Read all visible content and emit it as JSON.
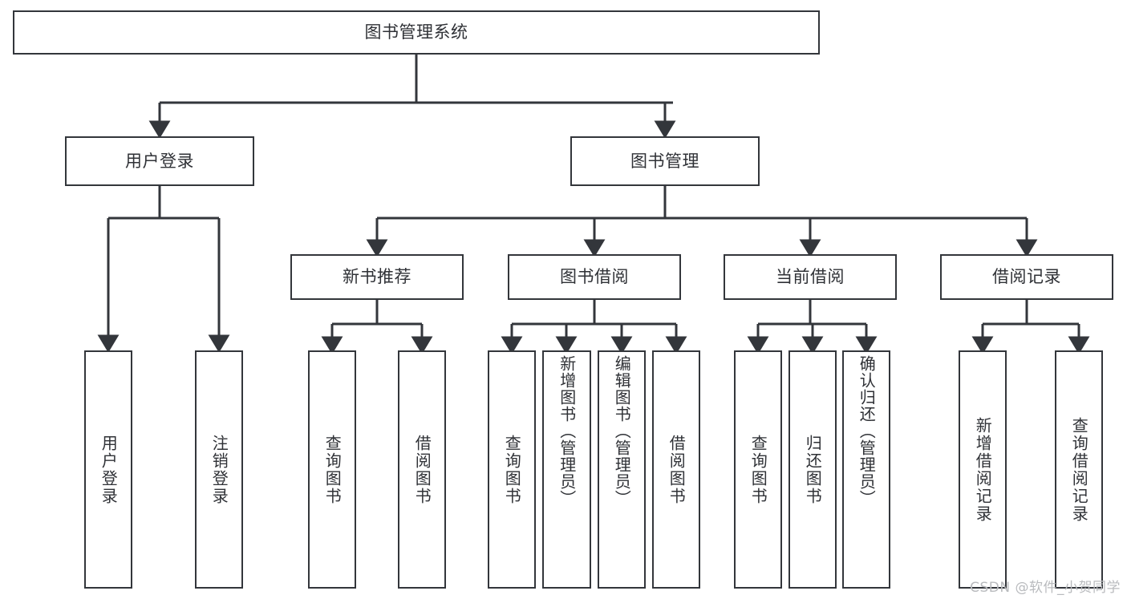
{
  "diagram": {
    "type": "tree",
    "title": "图书管理系统",
    "watermark": "CSDN @软件_小贺同学",
    "colors": {
      "stroke": "#33363b",
      "text": "#2f3136",
      "background": "#ffffff",
      "watermark": "#b9bbbe"
    },
    "nodes": {
      "root": {
        "label": "图书管理系统"
      },
      "level2": [
        {
          "id": "user-login",
          "label": "用户登录"
        },
        {
          "id": "book-management",
          "label": "图书管理"
        }
      ],
      "level3": [
        {
          "id": "new-book-recommend",
          "label": "新书推荐"
        },
        {
          "id": "book-borrow",
          "label": "图书借阅"
        },
        {
          "id": "current-borrow",
          "label": "当前借阅"
        },
        {
          "id": "borrow-record",
          "label": "借阅记录"
        }
      ],
      "leaves": {
        "user_login": [
          {
            "id": "leaf-user-login",
            "label": "用户登录"
          },
          {
            "id": "leaf-logout-login",
            "label": "注销登录"
          }
        ],
        "new_book_recommend": [
          {
            "id": "leaf-query-book-1",
            "label": "查询图书"
          },
          {
            "id": "leaf-borrow-book-1",
            "label": "借阅图书"
          }
        ],
        "book_borrow": [
          {
            "id": "leaf-query-book-2",
            "label": "查询图书"
          },
          {
            "id": "leaf-add-book",
            "label": "新增图书（管理员）"
          },
          {
            "id": "leaf-edit-book",
            "label": "编辑图书（管理员）"
          },
          {
            "id": "leaf-borrow-book-2",
            "label": "借阅图书"
          }
        ],
        "current_borrow": [
          {
            "id": "leaf-query-book-3",
            "label": "查询图书"
          },
          {
            "id": "leaf-return-book",
            "label": "归还图书"
          },
          {
            "id": "leaf-confirm-return",
            "label": "确认归还（管理员）"
          }
        ],
        "borrow_record": [
          {
            "id": "leaf-add-record",
            "label": "新增借阅记录"
          },
          {
            "id": "leaf-query-record",
            "label": "查询借阅记录"
          }
        ]
      }
    }
  }
}
